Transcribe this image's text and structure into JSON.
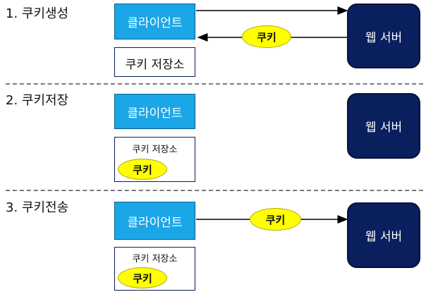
{
  "steps": [
    {
      "title": "1. 쿠키생성",
      "client_label": "클라이언트",
      "storage_label": "쿠키 저장소",
      "cookie_label": "쿠키",
      "server_label": "웹 서버"
    },
    {
      "title": "2. 쿠키저장",
      "client_label": "클라이언트",
      "storage_label": "쿠키 저장소",
      "cookie_label": "쿠키",
      "server_label": "웹 서버"
    },
    {
      "title": "3. 쿠키전송",
      "client_label": "클라이언트",
      "storage_label": "쿠키 저장소",
      "cookie_label": "쿠키",
      "server_label": "웹 서버"
    }
  ],
  "colors": {
    "client_fill": "#1ba6e7",
    "server_fill": "#0a1f5e",
    "cookie_fill": "#ffff00",
    "divider": "#7a7a7a"
  }
}
